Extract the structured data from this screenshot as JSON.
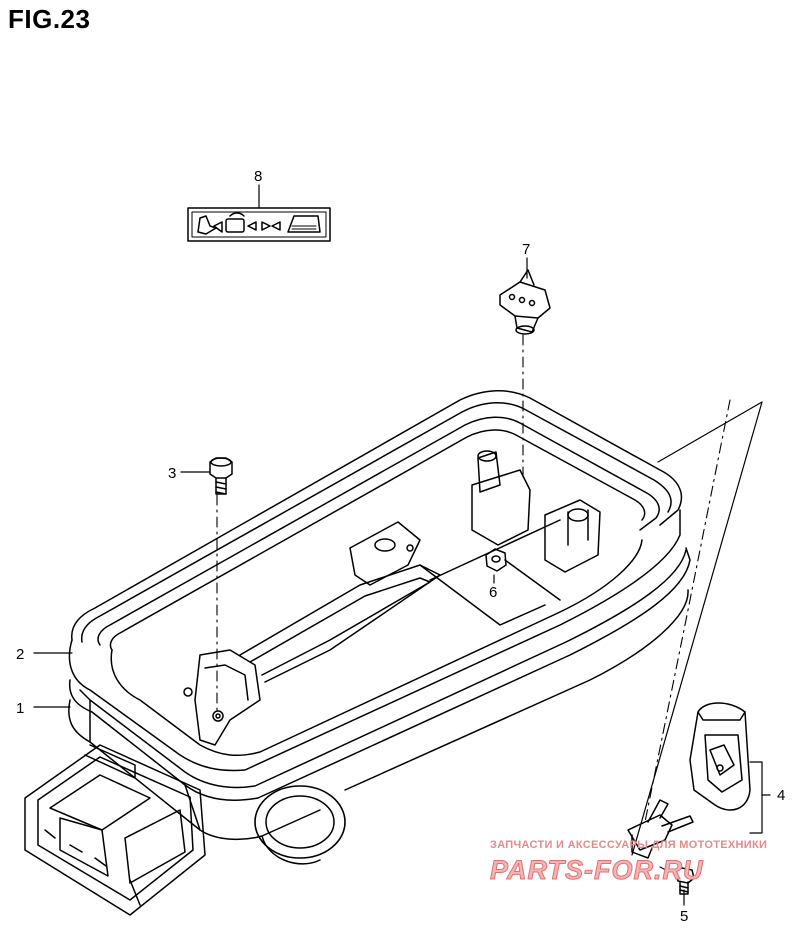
{
  "figure": {
    "title": "FIG.23"
  },
  "callouts": {
    "p1": "1",
    "p2": "2",
    "p3": "3",
    "p4": "4",
    "p5": "5",
    "p6": "6",
    "p7": "7",
    "p8": "8"
  },
  "watermark": {
    "tagline": "ЗАПЧАСТИ И АКСЕССУАРЫ ДЛЯ МОТОТЕХНИКИ",
    "logo": "PARTS-FOR.RU"
  },
  "colors": {
    "line": "#000000",
    "background": "#ffffff",
    "watermark": "#e27272"
  }
}
